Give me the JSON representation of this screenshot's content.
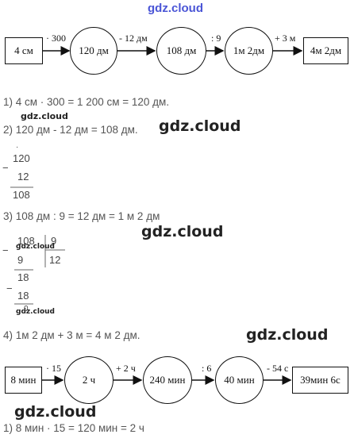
{
  "watermarks": {
    "top": "gdz.cloud",
    "mid1": "gdz.cloud",
    "mid1_small": "gdz.cloud",
    "mid2": "gdz.cloud",
    "div_small_1": "gdz.cloud",
    "div_small_2": "gdz.cloud",
    "mid3": "gdz.cloud",
    "bottom": "gdz.cloud"
  },
  "chain1": {
    "nodes": [
      "4 см",
      "120 дм",
      "108 дм",
      "1м 2дм",
      "4м 2дм"
    ],
    "ops": [
      "· 300",
      "- 12 дм",
      ": 9",
      "+ 3 м"
    ]
  },
  "lines": {
    "l1": "1) 4 см · 300 = 1 200 см = 120 дм.",
    "l2": "2) 120 дм - 12 дм = 108 дм.",
    "l3": "3)  108 дм : 9 = 12 дм = 1 м 2 дм",
    "l4": "4) 1м 2 дм + 3 м = 4 м 2 дм.",
    "l5": "1) 8 мин · 15 = 120 мин = 2 ч"
  },
  "subtraction": {
    "dot": "·",
    "minus": "−",
    "top": "120",
    "sub": "12",
    "result": "108"
  },
  "division": {
    "dividend": "108",
    "divisor": "9",
    "quotient": "12",
    "step1": "9",
    "step2": "18",
    "step3": "18",
    "remainder": "0",
    "minus1": "−",
    "minus2": "−"
  },
  "chain2": {
    "nodes": [
      "8 мин",
      "2 ч",
      "240 мин",
      "40 мин",
      "39мин 6с"
    ],
    "ops": [
      "· 15",
      "+ 2 ч",
      ": 6",
      "- 54 с"
    ]
  }
}
